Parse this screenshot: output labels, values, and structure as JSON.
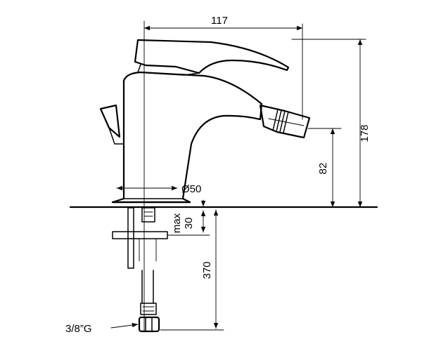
{
  "dimensions": {
    "overall_width": "117",
    "overall_height": "178",
    "spout_height": "82",
    "base_diameter": "Ø50",
    "max_thickness_label": "max",
    "max_thickness_value": "30",
    "hose_length": "370",
    "connection_thread": "3/8”G"
  }
}
